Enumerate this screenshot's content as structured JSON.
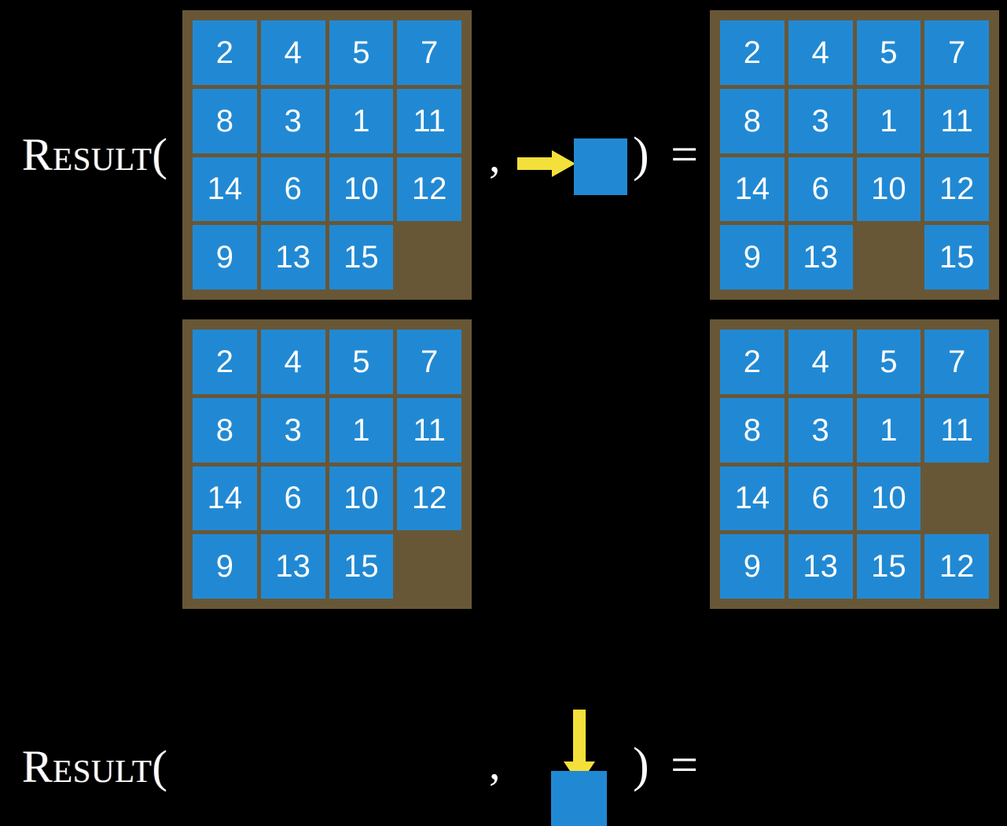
{
  "meta": {
    "background_color": "#000000",
    "tile_color": "#2189d3",
    "board_color": "#685736",
    "arrow_color": "#f4e03a",
    "text_color": "#ffffff"
  },
  "symbols": {
    "function_name": "Result(",
    "comma": ",",
    "close_paren_equals": ") =",
    "close_paren": ")",
    "equals": "="
  },
  "rows": [
    {
      "id": "row-horizontal-move",
      "label": "Result(",
      "comma": ",",
      "tail": ") =",
      "operation": {
        "arrow_direction": "right",
        "arrow_icon": "arrow-right-icon",
        "moving_tile": "blank-square"
      },
      "input_board": {
        "name": "input-board-top",
        "rows": 4,
        "cols": 4,
        "cells": [
          [
            "2",
            "4",
            "5",
            "7"
          ],
          [
            "8",
            "3",
            "1",
            "11"
          ],
          [
            "14",
            "6",
            "10",
            "12"
          ],
          [
            "9",
            "13",
            "15",
            ""
          ]
        ]
      },
      "output_board": {
        "name": "output-board-top",
        "rows": 4,
        "cols": 4,
        "cells": [
          [
            "2",
            "4",
            "5",
            "7"
          ],
          [
            "8",
            "3",
            "1",
            "11"
          ],
          [
            "14",
            "6",
            "10",
            "12"
          ],
          [
            "9",
            "13",
            "",
            "15"
          ]
        ]
      }
    },
    {
      "id": "row-vertical-move",
      "label": "Result(",
      "comma": ",",
      "tail": ") =",
      "operation": {
        "arrow_direction": "down",
        "arrow_icon": "arrow-down-icon",
        "moving_tile": "blank-square"
      },
      "input_board": {
        "name": "input-board-bottom",
        "rows": 4,
        "cols": 4,
        "cells": [
          [
            "2",
            "4",
            "5",
            "7"
          ],
          [
            "8",
            "3",
            "1",
            "11"
          ],
          [
            "14",
            "6",
            "10",
            "12"
          ],
          [
            "9",
            "13",
            "15",
            ""
          ]
        ]
      },
      "output_board": {
        "name": "output-board-bottom",
        "rows": 4,
        "cols": 4,
        "cells": [
          [
            "2",
            "4",
            "5",
            "7"
          ],
          [
            "8",
            "3",
            "1",
            "11"
          ],
          [
            "14",
            "6",
            "10",
            ""
          ],
          [
            "9",
            "13",
            "15",
            "12"
          ]
        ]
      }
    }
  ]
}
